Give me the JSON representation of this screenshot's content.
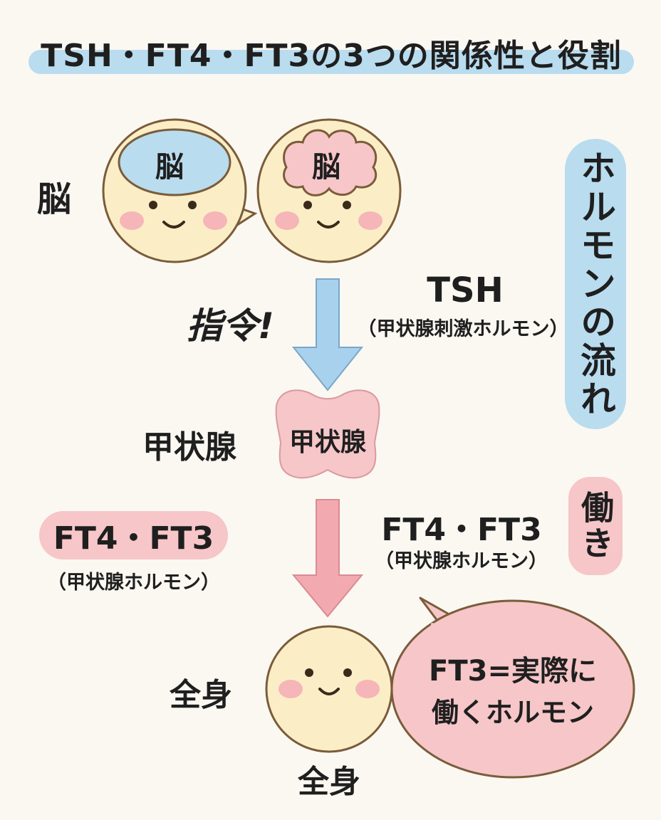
{
  "title": "TSH・FT4・FT3の3つの関係性と役割",
  "brain_left_label": "脳",
  "brain_icon_label_1": "脳",
  "brain_icon_label_2": "脳",
  "command_label": "指令!",
  "tsh_name": "TSH",
  "tsh_desc": "（甲状腺刺激ホルモン）",
  "flow_label": "ホルモンの流れ",
  "thyroid_left_label": "甲状腺",
  "thyroid_icon_label": "甲状腺",
  "work_label": "働き",
  "ft_right_name": "FT4・FT3",
  "ft_right_desc": "（甲状腺ホルモン）",
  "ft_left_name": "FT4・FT3",
  "ft_left_desc": "（甲状腺ホルモン）",
  "body_left_label": "全身",
  "body_bottom_label": "全身",
  "bubble_line1": "FT3=実際に",
  "bubble_line2": "働くホルモン",
  "colors": {
    "face": "#fbeec6",
    "outline": "#7a5c3a",
    "blue": "#b9dcef",
    "pink": "#f6c6c8",
    "pink_strong": "#f1a2a8",
    "cheek": "#f6b5b9"
  }
}
